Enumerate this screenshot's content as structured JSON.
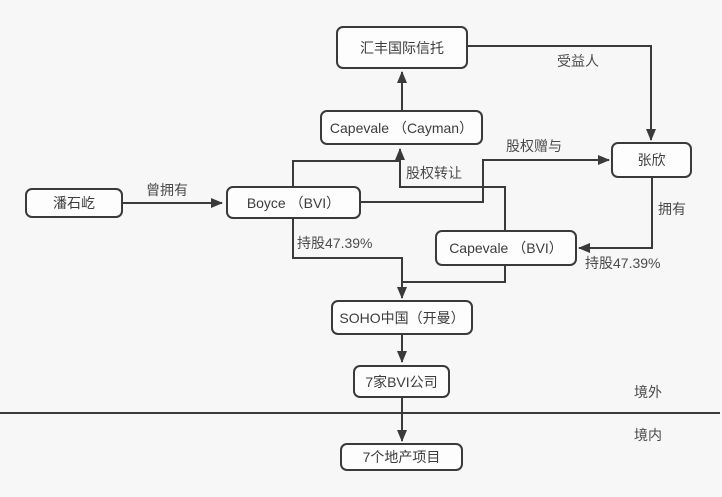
{
  "diagram": {
    "title": "SOHO ownership structure diagram",
    "nodes": {
      "hsbc_trust": {
        "label": "汇丰国际信托"
      },
      "capevale_cayman": {
        "label": "Capevale （Cayman）"
      },
      "zhang_xin": {
        "label": "张欣"
      },
      "pan_shiyi": {
        "label": "潘石屹"
      },
      "boyce_bvi": {
        "label": "Boyce （BVI）"
      },
      "capevale_bvi": {
        "label": "Capevale （BVI）"
      },
      "soho_china_cayman": {
        "label": "SOHO中国（开曼）"
      },
      "bvi_companies": {
        "label": "7家BVI公司"
      },
      "property_projects": {
        "label": "7个地产项目"
      }
    },
    "edge_labels": {
      "once_owned": "曾拥有",
      "beneficiary": "受益人",
      "equity_gift": "股权赠与",
      "equity_transfer": "股权转让",
      "owns": "拥有",
      "holding_boyce": "持股47.39%",
      "holding_capevale": "持股47.39%"
    },
    "regions": {
      "offshore": "境外",
      "onshore": "境内"
    },
    "colors": {
      "background": "#f7f7f7",
      "node_fill": "#fdfdfd",
      "line": "#3a3a3a",
      "text": "#3c3c3c"
    }
  }
}
